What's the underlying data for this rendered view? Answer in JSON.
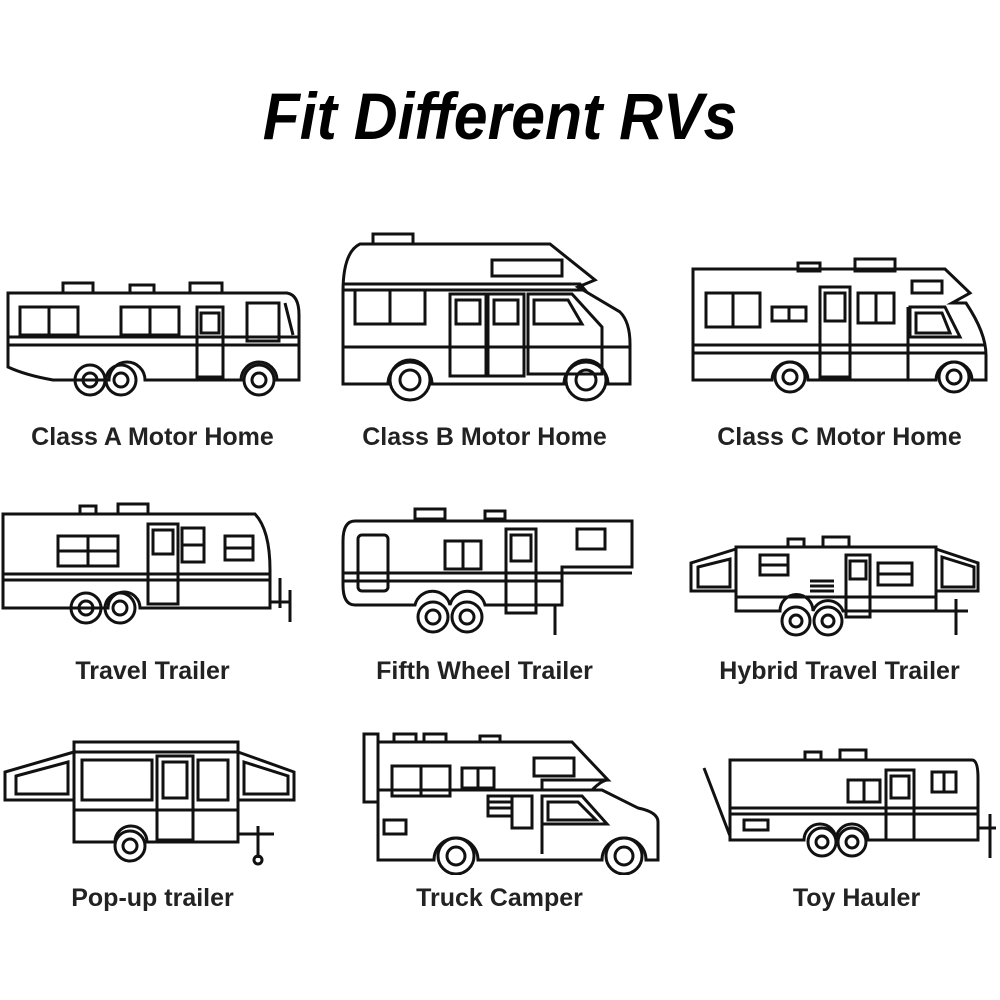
{
  "title": "Fit Different RVs",
  "items": [
    {
      "label": "Class A Motor Home",
      "icon": "class-a-motorhome-icon"
    },
    {
      "label": "Class B Motor Home",
      "icon": "class-b-motorhome-icon"
    },
    {
      "label": "Class C Motor Home",
      "icon": "class-c-motorhome-icon"
    },
    {
      "label": "Travel Trailer",
      "icon": "travel-trailer-icon"
    },
    {
      "label": "Fifth Wheel Trailer",
      "icon": "fifth-wheel-trailer-icon"
    },
    {
      "label": "Hybrid Travel Trailer",
      "icon": "hybrid-travel-trailer-icon"
    },
    {
      "label": "Pop-up trailer",
      "icon": "popup-trailer-icon"
    },
    {
      "label": "Truck Camper",
      "icon": "truck-camper-icon"
    },
    {
      "label": "Toy Hauler",
      "icon": "toy-hauler-icon"
    }
  ],
  "colors": {
    "line": "#111111",
    "background": "#ffffff"
  }
}
